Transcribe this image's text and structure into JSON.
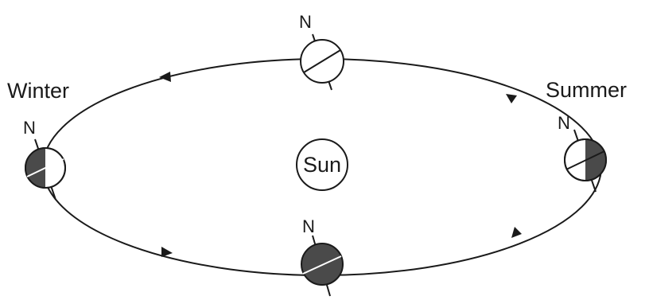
{
  "labels": {
    "winter": "Winter",
    "summer": "Summer",
    "sun": "Sun",
    "north": "N"
  },
  "colors": {
    "line": "#1a1a1a",
    "shade": "#4a4a4a",
    "light": "#ffffff"
  }
}
